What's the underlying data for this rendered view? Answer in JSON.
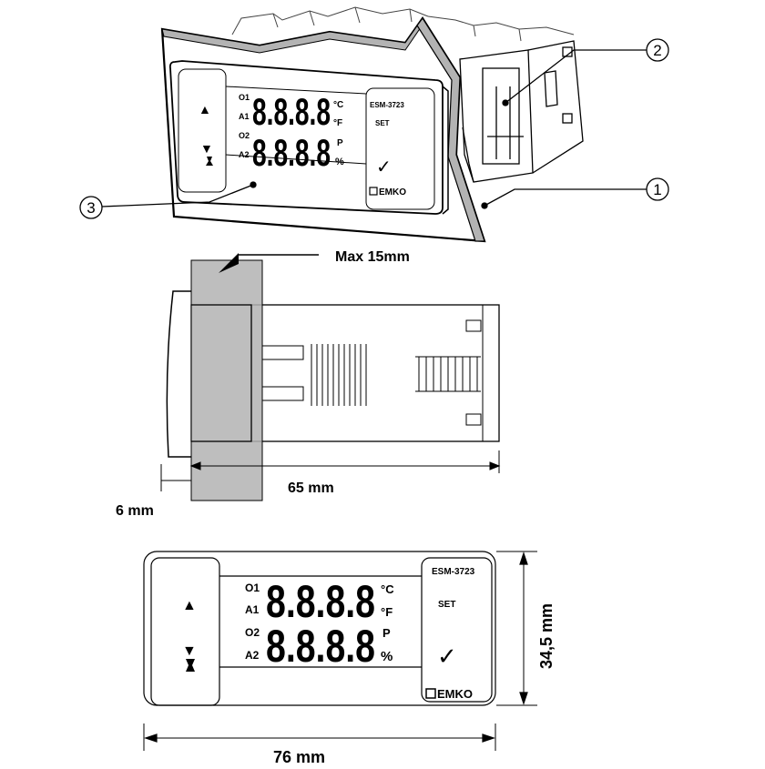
{
  "callouts": {
    "one": "1",
    "two": "2",
    "three": "3"
  },
  "device": {
    "model": "ESM-3723",
    "set_label": "SET",
    "brand": "EMKO",
    "row1_labels": [
      "O1",
      "A1"
    ],
    "row2_labels": [
      "O2",
      "A2"
    ],
    "row1_units": [
      "°C",
      "°F"
    ],
    "row2_units": [
      "P",
      "%"
    ],
    "display_value": "8.8.8.8",
    "check_symbol": "✓",
    "up_symbol": "▲",
    "down_symbol": "▼"
  },
  "dimensions": {
    "max_panel": "Max 15mm",
    "depth": "65 mm",
    "bezel": "6 mm",
    "width": "76 mm",
    "height": "34,5 mm"
  },
  "colors": {
    "panel_gray": "#b3b3b3",
    "line": "#000000"
  }
}
